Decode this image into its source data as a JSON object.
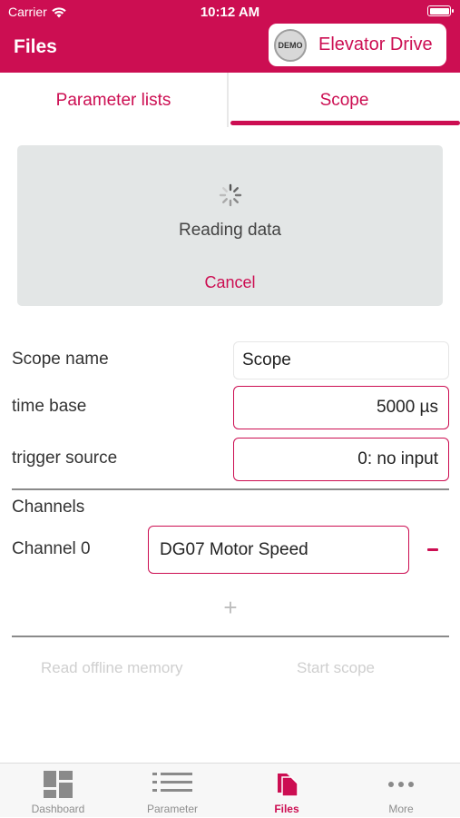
{
  "status_bar": {
    "carrier": "Carrier",
    "time": "10:12 AM",
    "battery_level": 1.0
  },
  "nav": {
    "title": "Files",
    "device_logo_text": "DEMO",
    "device_name": "Elevator Drive"
  },
  "tabs": [
    {
      "label": "Parameter lists",
      "selected": false
    },
    {
      "label": "Scope",
      "selected": true
    }
  ],
  "loading": {
    "message": "Reading data",
    "cancel_label": "Cancel"
  },
  "form": {
    "scope_name": {
      "label": "Scope name",
      "value": "Scope"
    },
    "time_base": {
      "label": "time base",
      "value": "5000 µs"
    },
    "trigger_source": {
      "label": "trigger source",
      "value": "0: no input"
    }
  },
  "channels": {
    "heading": "Channels",
    "items": [
      {
        "label": "Channel 0",
        "value": "DG07 Motor Speed"
      }
    ],
    "remove_label": "−",
    "add_label": "+"
  },
  "actions": {
    "read_offline": "Read offline memory",
    "start_scope": "Start scope"
  },
  "tab_bar": [
    {
      "label": "Dashboard",
      "icon": "dashboard-icon",
      "active": false
    },
    {
      "label": "Parameter",
      "icon": "list-icon",
      "active": false
    },
    {
      "label": "Files",
      "icon": "files-icon",
      "active": true
    },
    {
      "label": "More",
      "icon": "more-icon",
      "active": false
    }
  ],
  "colors": {
    "accent": "#cc0e52",
    "panel": "#e3e6e6",
    "disabled": "#cfcfcf"
  }
}
